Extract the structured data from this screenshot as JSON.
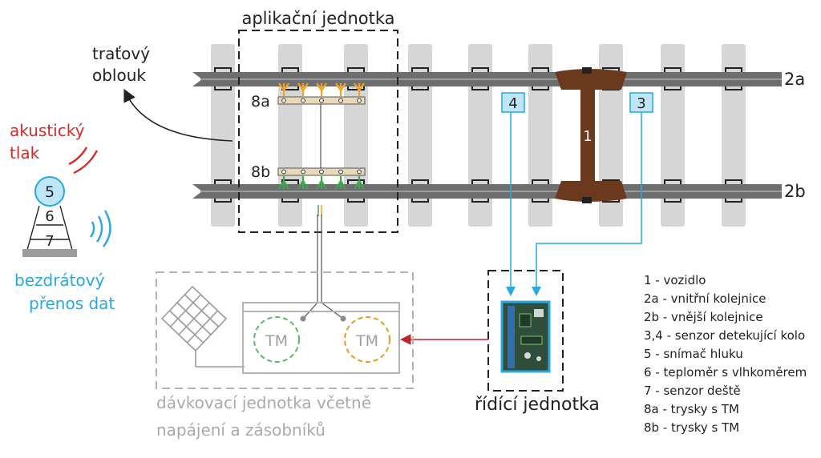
{
  "titles": {
    "application_unit": "aplikační jednotka",
    "track_curve_line1": "traťový",
    "track_curve_line2": "oblouk",
    "acoustic_line1": "akustický",
    "acoustic_line2": "tlak",
    "wireless_line1": "bezdrátový",
    "wireless_line2": "přenos dat",
    "dosing_line1": "dávkovací jednotka včetně",
    "dosing_line2": "napájení a zásobníků",
    "control_unit": "řídící jednotka"
  },
  "markers": {
    "rail_inner": "2a",
    "rail_outer": "2b",
    "nozzles_top": "8a",
    "nozzles_bottom": "8b",
    "vehicle": "1",
    "sensor_left": "4",
    "sensor_right": "3",
    "tower_top": "5",
    "tower_mid": "6",
    "tower_bottom": "7",
    "tank_left": "TM",
    "tank_right": "TM"
  },
  "legend": [
    "1 - vozidlo",
    "2a - vnitřní kolejnice",
    "2b - vnější kolejnice",
    "3,4 - senzor detekující kolo",
    "5 - snímač hluku",
    "6 - teploměr s vlhkoměrem",
    "7 - senzor deště",
    "8a - trysky s TM",
    "8b - trysky s TM"
  ],
  "colors": {
    "rail": "#6d6e70",
    "sleeper": "#d6d6d6",
    "vehicle": "#6b3a1e",
    "sensor_fill": "#bfe6f7",
    "sensor_stroke": "#29a8df",
    "acoustic": "#d62a2a",
    "wireless": "#29a8df",
    "dosing_gray": "#b4b4b4",
    "tank_green": "#5fb56a",
    "tank_orange": "#e69a23",
    "nozzle_orange": "#f4a221",
    "nozzle_green": "#3fa84f",
    "flow_arrow": "#c0272d"
  },
  "icons": [
    "solar-panel-icon",
    "sound-wave-icon",
    "wireless-signal-icon",
    "control-board-icon"
  ]
}
